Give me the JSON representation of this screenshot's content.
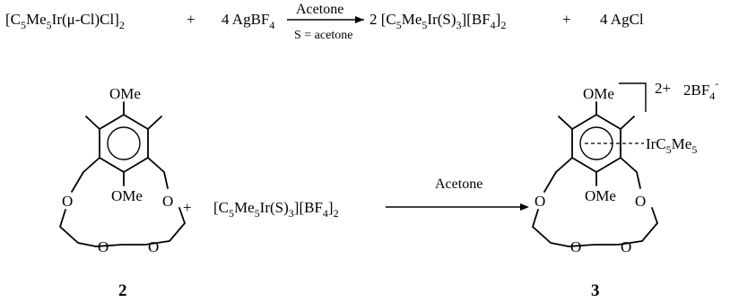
{
  "equation1": {
    "reactant1": "[C5Me5Ir(μ-Cl)Cl]2",
    "plus1": "+",
    "reactant2": "4 AgBF4",
    "arrow_above": "Acetone",
    "arrow_below": "S = acetone",
    "product1": "2 [C5Me5Ir(S)3][BF4]2",
    "plus2": "+",
    "product2": "4 AgCl"
  },
  "scheme2": {
    "ome_top": "OMe",
    "ome_bottom": "OMe",
    "ring_o": "O",
    "plus": "+",
    "reagent": "[C5Me5Ir(S)3][BF4]2",
    "arrow_label": "Acetone",
    "charge": "2+",
    "counterion": "2BF4-",
    "metal_fragment": "IrC5Me5",
    "compound_left": "2",
    "compound_right": "3"
  }
}
